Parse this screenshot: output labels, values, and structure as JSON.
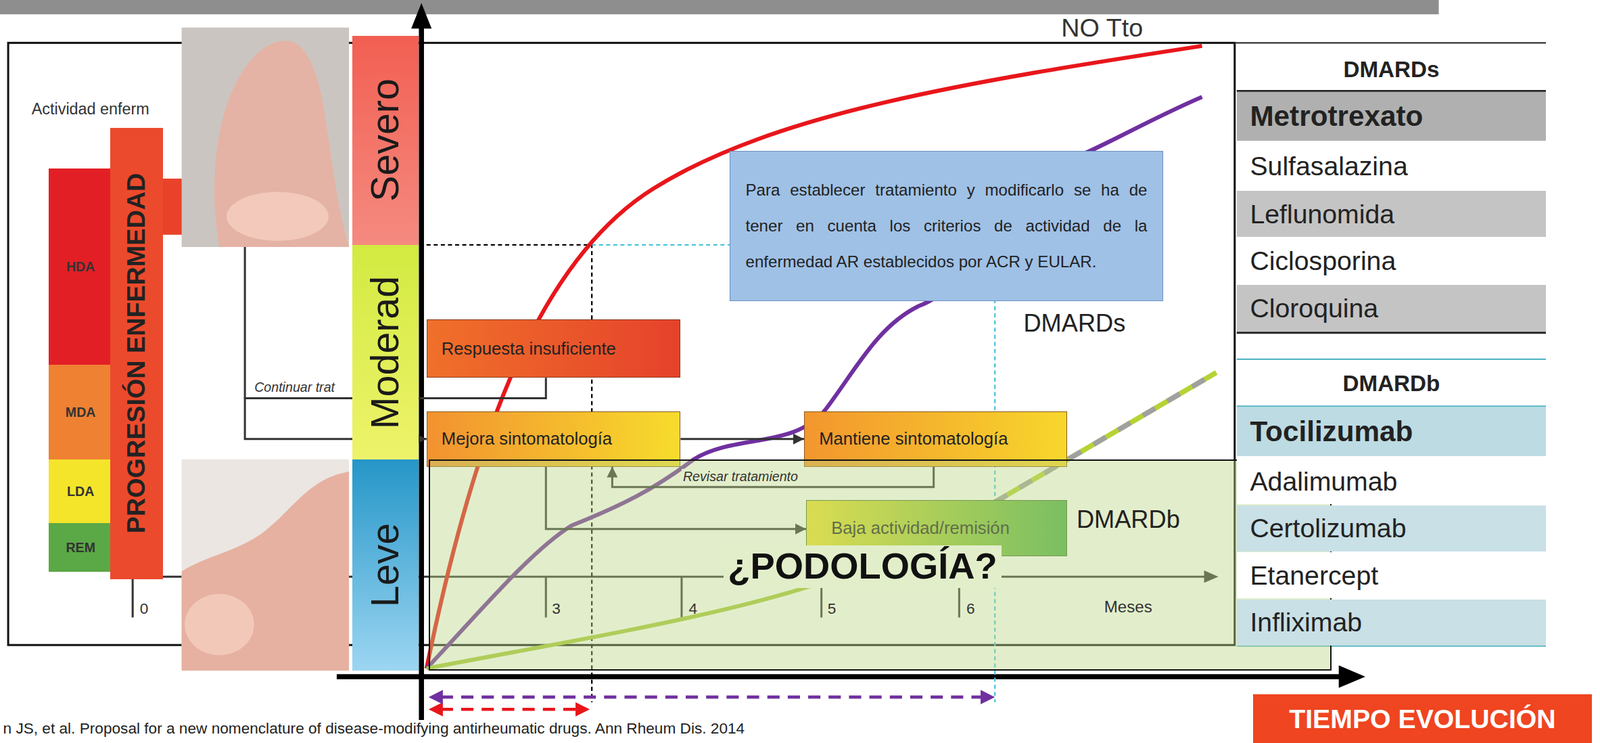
{
  "diagram": {
    "nodes": [
      {
        "text": [
          "Actividad enferm"
        ]
      },
      {
        "text": [
          "HDA"
        ],
        "in": 0
      },
      {
        "text": [
          "MDA"
        ],
        "in": 0
      },
      {
        "text": [
          "LDA"
        ],
        "in": 0
      },
      {
        "text": [
          "REM"
        ],
        "in": 0
      },
      {
        "text": [
          "Respuesta insuficiente"
        ],
        "in": 0
      },
      {
        "text": [
          "Mejora sintomatología"
        ],
        "in": 0
      },
      {
        "text": [
          "Mantiene sintomatología"
        ],
        "in": 0
      },
      {
        "text": [
          "Baja actividad/remisión"
        ],
        "in": 0
      },
      {
        "text": [
          "Para establecer tratamiento y modificarlo se ha de tener en cuenta los criterios de actividad de la enfermedad AR establecidos por ACR y EULAR."
        ],
        "in": 0
      },
      {
        "text": [
          "PROGRESIÓN ENFERMEDAD"
        ]
      },
      {
        "text": [
          "Severo"
        ]
      },
      {
        "text": [
          "Moderad"
        ]
      },
      {
        "text": [
          "Leve"
        ]
      },
      {
        "text": [
          "¿PODOLOGÍA?"
        ]
      },
      {
        "text": [
          "TIEMPO EVOLUCIÓN"
        ]
      }
    ],
    "edges": [
      {
        "from": 5,
        "to": 6,
        "label": "Continuar trat",
        "arrow": "to"
      },
      {
        "from": 6,
        "to": 7,
        "arrow": "to"
      },
      {
        "from": 7,
        "to": 6,
        "label": "Revisar tratamiento",
        "arrow": "to"
      },
      {
        "from": 6,
        "to": 8,
        "arrow": "to"
      }
    ],
    "labels": [
      "NO Tto",
      "0",
      "3",
      "4",
      "5",
      "6",
      "Meses",
      "DMARDs",
      "DMARDb",
      "DMARDs",
      "Metrotrexato",
      "Sulfasalazina",
      "Leflunomida",
      "Ciclosporina",
      "Cloroquina",
      "DMARDb",
      "Tocilizumab",
      "Adalimumab",
      "Certolizumab",
      "Etanercept",
      "Infliximab",
      "n JS, et al. Proposal for a new nomenclature of disease-modifying antirheumatic drugs. Ann Rheum Dis. 2014"
    ]
  }
}
